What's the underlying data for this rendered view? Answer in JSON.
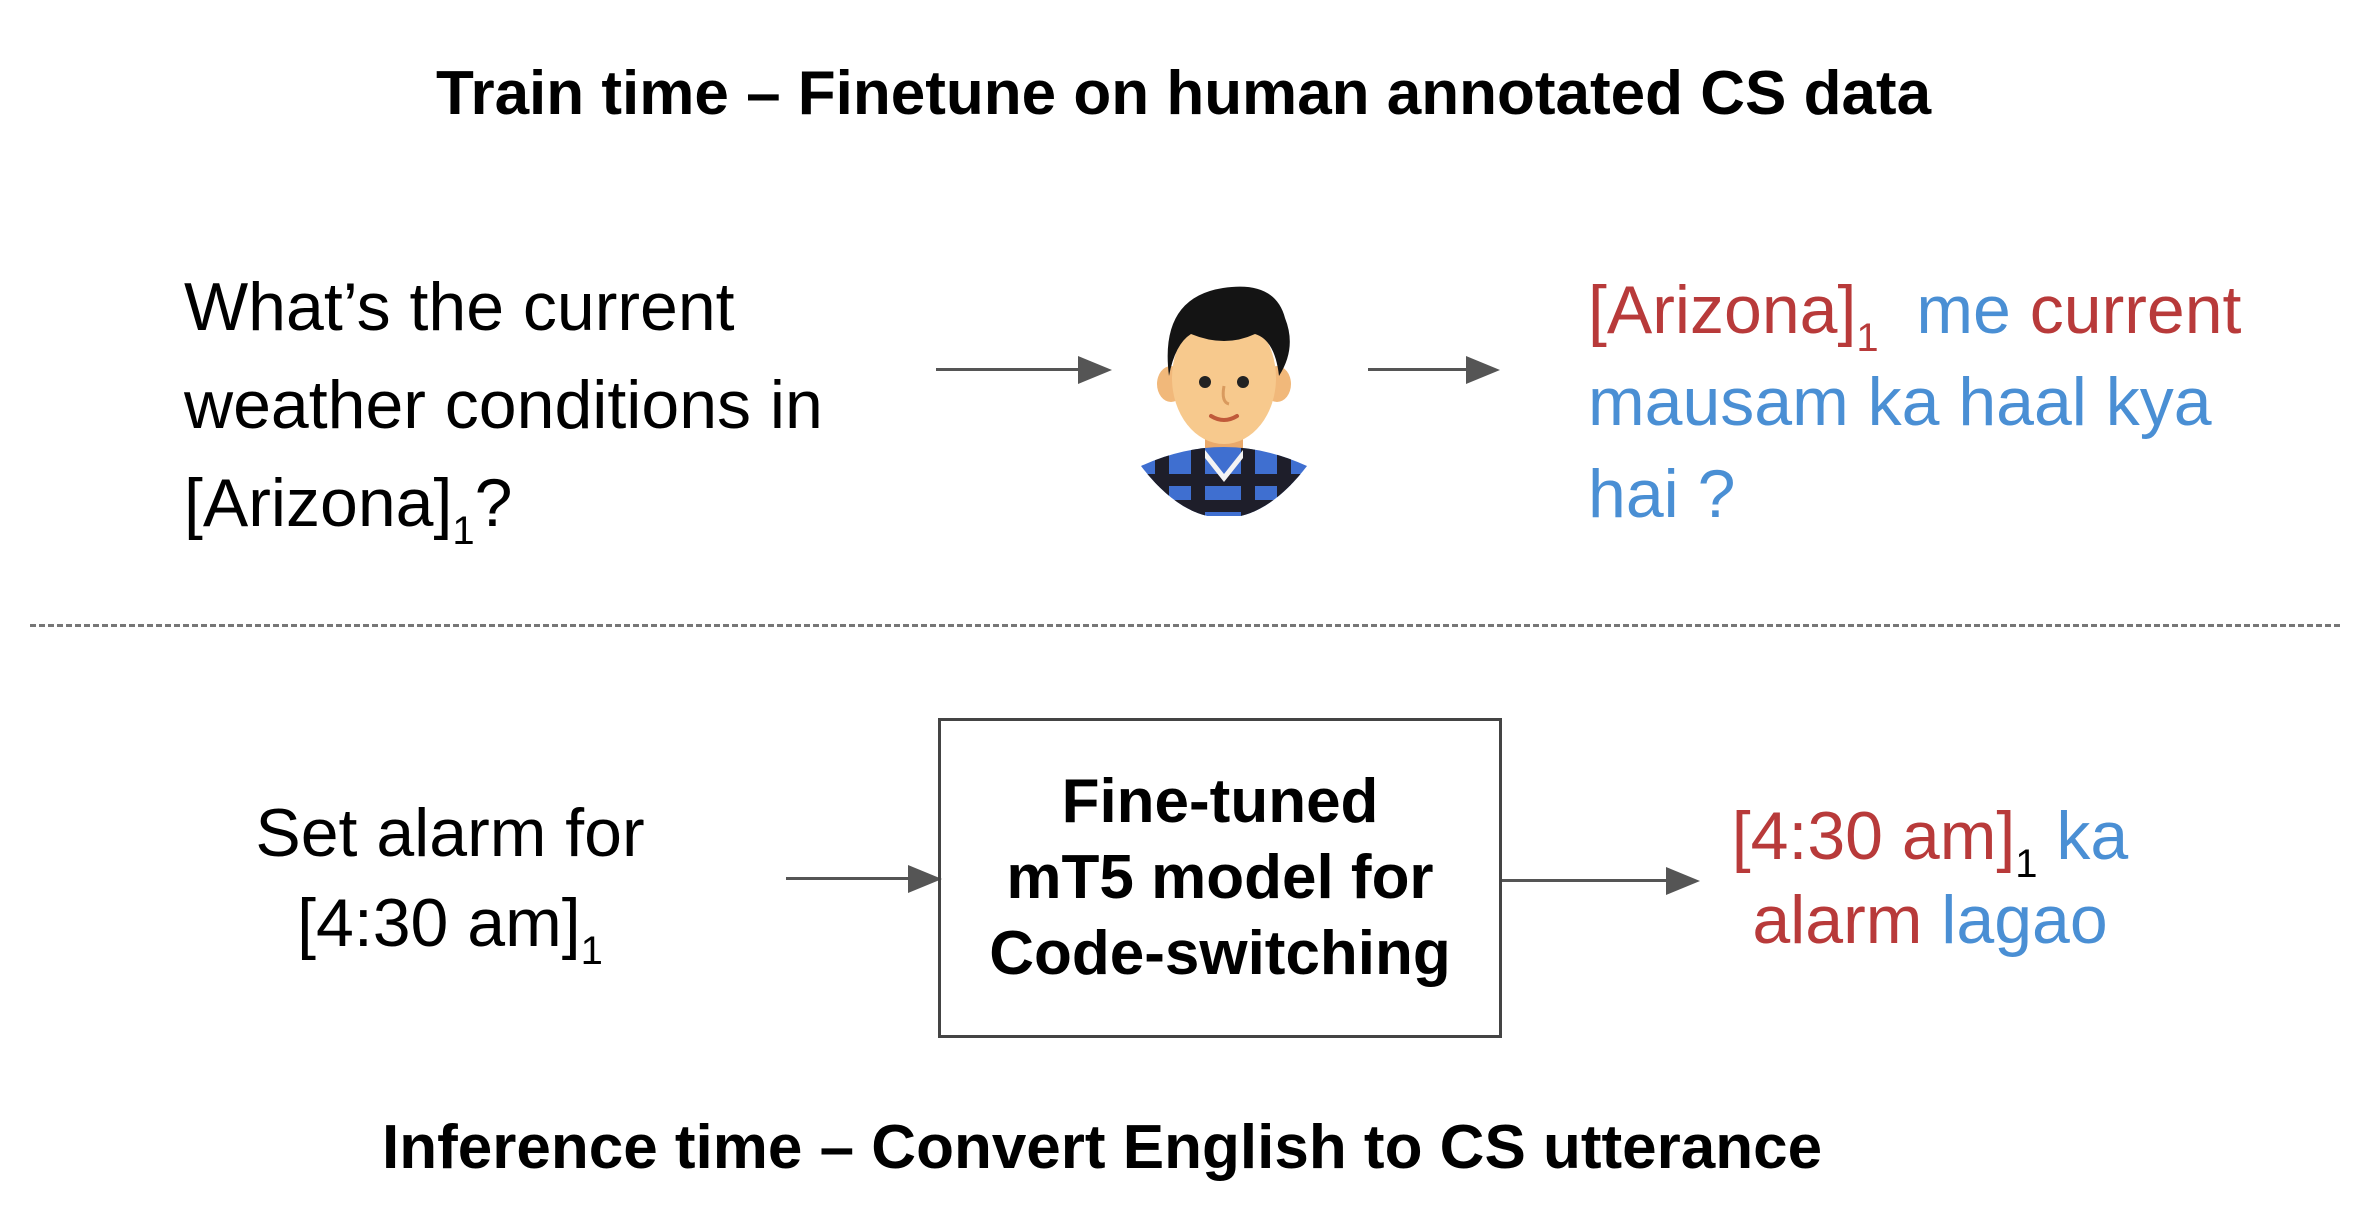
{
  "train": {
    "title": "Train time – Finetune on human annotated CS data",
    "input": {
      "line1": "What’s the current",
      "line2": "weather conditions in",
      "line3_entity": "[Arizona]",
      "line3_sub": "1",
      "line3_end": "?"
    },
    "annotator_icon": "person-avatar-icon",
    "output": {
      "entity": "[Arizona]",
      "sub": "1",
      "word_me": "me",
      "word_current": "current",
      "line2": "mausam ka haal kya",
      "line3": "hai ?"
    }
  },
  "inference": {
    "title": "Inference time – Convert English to CS utterance",
    "input": {
      "line1": "Set alarm for",
      "entity": "[4:30 am]",
      "sub": "1"
    },
    "model": {
      "line1": "Fine-tuned",
      "line2": "mT5 model for",
      "line3": "Code-switching"
    },
    "output": {
      "entity": "[4:30 am]",
      "sub": "1",
      "word_ka": "ka",
      "word_alarm": "alarm",
      "word_lagao": "lagao"
    }
  },
  "colors": {
    "english_in_cs": "#b83a3a",
    "hindi_in_cs": "#4a8fd4",
    "arrow": "#555555"
  }
}
